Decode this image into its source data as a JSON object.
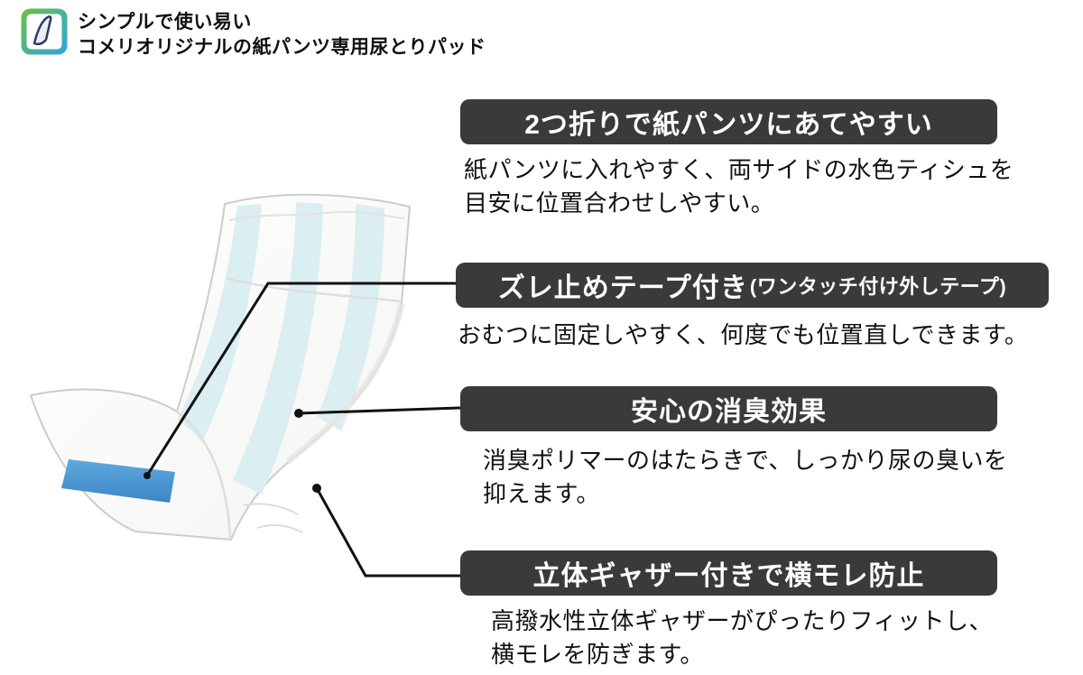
{
  "header": {
    "line1": "シンプルで使い易い",
    "line2": "コメリオリジナルの紙パンツ専用尿とりパッド"
  },
  "features": [
    {
      "title": "2つ折りで紙パンツにあてやすい",
      "description": "紙パンツに入れやすく、両サイドの水色ティシュを\n目安に位置合わせしやすい。"
    },
    {
      "title": "ズレ止めテープ付き",
      "title_note": "(ワンタッチ付け外しテープ)",
      "description": "おむつに固定しやすく、何度でも位置直しできます。"
    },
    {
      "title": "安心の消臭効果",
      "description": "消臭ポリマーのはたらきで、しっかり尿の臭いを\n抑えます。"
    },
    {
      "title": "立体ギャザー付きで横モレ防止",
      "description": "高撥水性立体ギャザーがぴったりフィットし、\n横モレを防ぎます。"
    }
  ],
  "colors": {
    "banner_bg": "#3a3a3a",
    "banner_text": "#ffffff",
    "tape_blue": "#4796d2",
    "tissue_blue": "#d9edf0",
    "logo_green": "#6fbf44",
    "logo_blue": "#2aa7df",
    "callout_line": "#111111"
  }
}
